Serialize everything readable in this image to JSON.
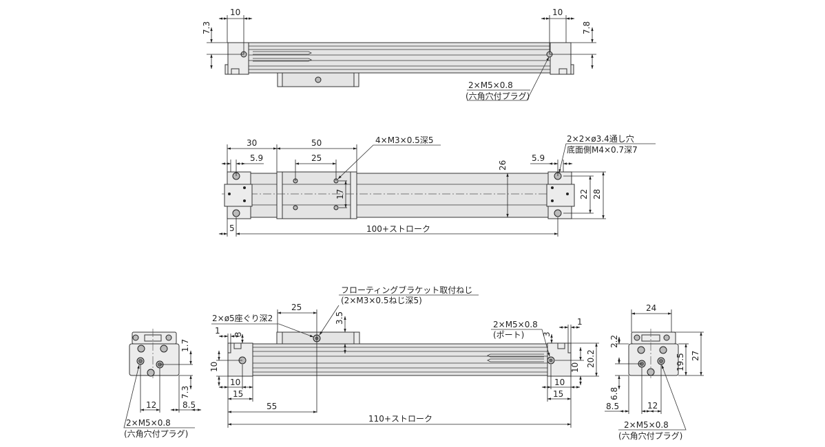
{
  "title": "Rodless cylinder dimension drawing",
  "top_view": {
    "dim_left_width": "10",
    "dim_right_width": "10",
    "dim_left_height": "7.3",
    "dim_right_height": "7.8",
    "plug_label_1": "2×M5×0.8",
    "plug_label_2": "(六角穴付プラグ)"
  },
  "plan_view": {
    "dim_30": "30",
    "dim_50": "50",
    "dim_25": "25",
    "dim_5_9_left": "5.9",
    "dim_5_9_right": "5.9",
    "dim_17": "17",
    "dim_26": "26",
    "dim_22": "22",
    "dim_28": "28",
    "dim_5": "5",
    "dim_length": "100+ストローク",
    "slider_thread_label": "4×M3×0.5深5",
    "mount_hole_label_1": "2×2×ø3.4通し穴",
    "mount_hole_label_2": "底面側M4×0.7深7"
  },
  "side_view": {
    "bracket_label_1": "フローティングブラケット取付ねじ",
    "bracket_label_2": "(2×M3×0.5ねじ深5)",
    "dim_25": "25",
    "dim_3_5": "3.5",
    "counterbore_label": "2×ø5座ぐり深2",
    "dim_1_left": "1",
    "dim_3_left": "3",
    "dim_10_left_v": "10",
    "dim_10_left_h": "10",
    "dim_15_left": "15",
    "dim_55": "55",
    "dim_length": "110+ストローク",
    "port_label_1": "2×M5×0.8",
    "port_label_2": "(ポート)",
    "dim_1_right": "1",
    "dim_3_right": "3",
    "dim_10_right_v": "10",
    "dim_20_2": "20.2",
    "dim_10_right_h": "10",
    "dim_15_right": "15"
  },
  "left_end_view": {
    "dim_1_7": "1.7",
    "dim_7_3": "7.3",
    "dim_12": "12",
    "dim_8_5": "8.5",
    "plug_label_1": "2×M5×0.8",
    "plug_label_2": "(六角穴付プラグ)"
  },
  "right_end_view": {
    "dim_24": "24",
    "dim_2_2": "2.2",
    "dim_19_5": "19.5",
    "dim_27": "27",
    "dim_6_8": "6.8",
    "dim_8_5": "8.5",
    "dim_12": "12",
    "plug_label_1": "2×M5×0.8",
    "plug_label_2": "(六角穴付プラグ)"
  }
}
